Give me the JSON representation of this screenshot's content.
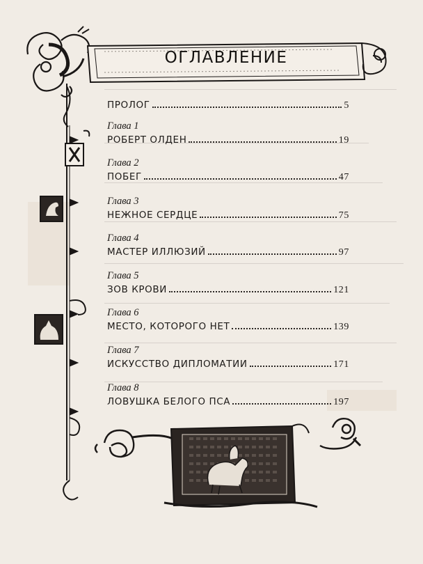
{
  "title": "ОГЛАВЛЕНИЕ",
  "entries": [
    {
      "chapter": "",
      "name": "ПРОЛОГ",
      "page": "5"
    },
    {
      "chapter": "Глава 1",
      "name": "РОБЕРТ ОЛДЕН",
      "page": "19"
    },
    {
      "chapter": "Глава 2",
      "name": "ПОБЕГ",
      "page": "47"
    },
    {
      "chapter": "Глава 3",
      "name": "НЕЖНОЕ СЕРДЦЕ",
      "page": "75"
    },
    {
      "chapter": "Глава 4",
      "name": "МАСТЕР ИЛЛЮЗИЙ",
      "page": "97"
    },
    {
      "chapter": "Глава 5",
      "name": "ЗОВ КРОВИ",
      "page": "121"
    },
    {
      "chapter": "Глава 6",
      "name": "МЕСТО, КОТОРОГО НЕТ",
      "page": "139"
    },
    {
      "chapter": "Глава 7",
      "name": "ИСКУССТВО ДИПЛОМАТИИ",
      "page": "171"
    },
    {
      "chapter": "Глава 8",
      "name": "ЛОВУШКА БЕЛОГО ПСА",
      "page": "197"
    }
  ],
  "ornaments": [
    "celtic-knot-corner",
    "scroll-banner",
    "vertical-border",
    "cross-tile-icon",
    "horse-tile-icon",
    "fox-tile-icon",
    "knight-on-horse-illustration",
    "knot-flourish-left",
    "knot-flourish-right"
  ]
}
